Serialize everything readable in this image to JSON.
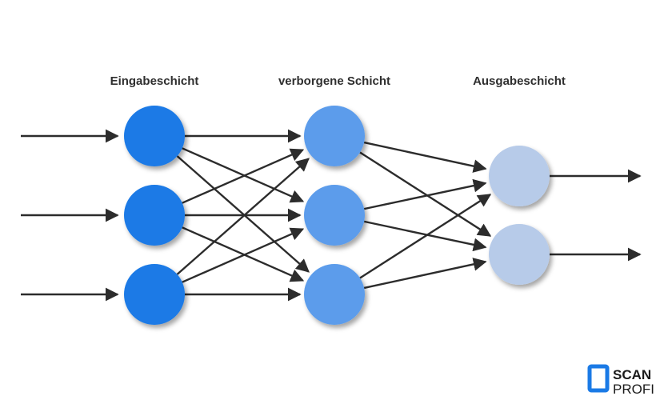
{
  "layers": [
    {
      "title": "Eingabeschicht",
      "node_count": 3,
      "color": "#1a7ae6"
    },
    {
      "title": "verborgene Schicht",
      "node_count": 3,
      "color": "#5b9ceb"
    },
    {
      "title": "Ausgabeschicht",
      "node_count": 2,
      "color": "#b7cbe9"
    }
  ],
  "colors": {
    "arrow": "#2c2c2c",
    "logo_blue": "#1a7ae6"
  },
  "logo": {
    "line1": "SCAN",
    "line2": "PROFI"
  }
}
